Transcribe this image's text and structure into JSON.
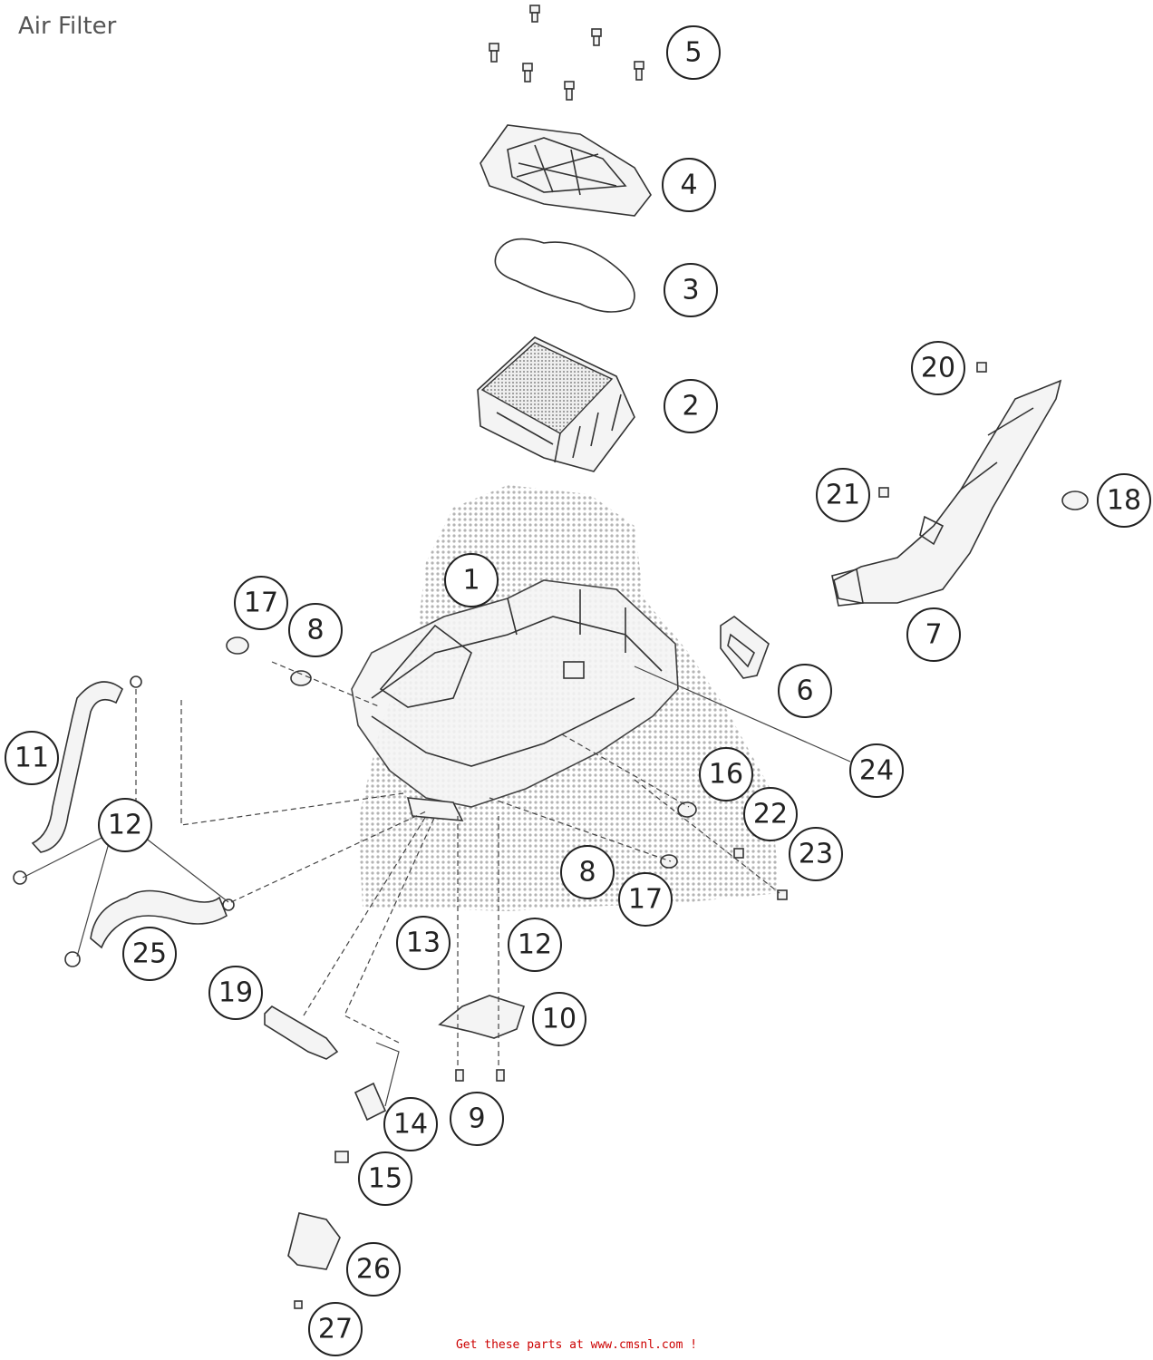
{
  "page": {
    "title": "Air Filter",
    "footer": "Get these parts at www.cmsnl.com !"
  },
  "colors": {
    "footer_text": "#cc0000",
    "title_text": "#555555",
    "line_art": "#333333"
  },
  "callouts": [
    {
      "label": "1"
    },
    {
      "label": "2"
    },
    {
      "label": "3"
    },
    {
      "label": "4"
    },
    {
      "label": "5"
    },
    {
      "label": "6"
    },
    {
      "label": "7"
    },
    {
      "label": "8"
    },
    {
      "label": "8"
    },
    {
      "label": "9"
    },
    {
      "label": "10"
    },
    {
      "label": "11"
    },
    {
      "label": "12"
    },
    {
      "label": "12"
    },
    {
      "label": "13"
    },
    {
      "label": "14"
    },
    {
      "label": "15"
    },
    {
      "label": "16"
    },
    {
      "label": "17"
    },
    {
      "label": "17"
    },
    {
      "label": "18"
    },
    {
      "label": "19"
    },
    {
      "label": "20"
    },
    {
      "label": "21"
    },
    {
      "label": "22"
    },
    {
      "label": "23"
    },
    {
      "label": "24"
    },
    {
      "label": "25"
    },
    {
      "label": "26"
    },
    {
      "label": "27"
    }
  ]
}
